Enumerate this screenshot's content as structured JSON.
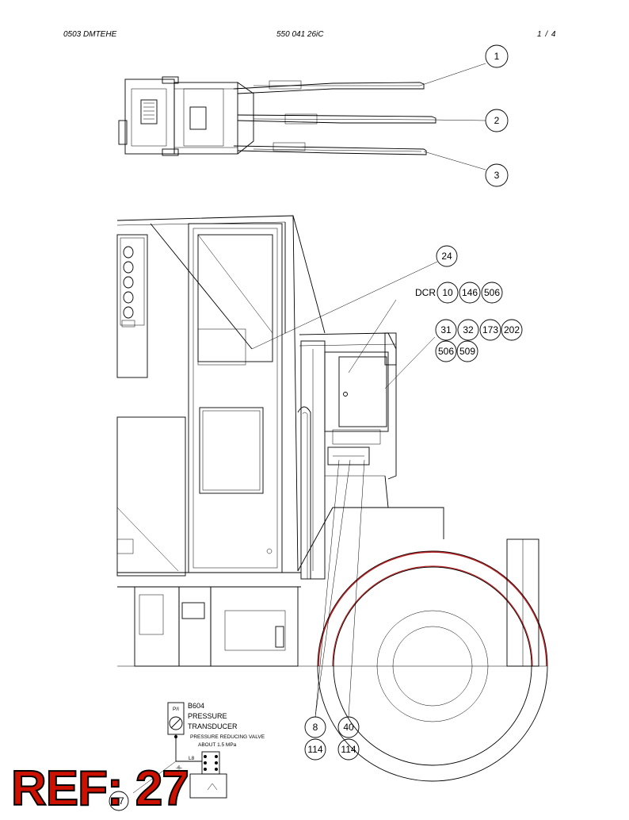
{
  "header": {
    "left": "0503 DMTEHE",
    "center": "550 041 26iC",
    "right": "1 /  4"
  },
  "callouts_top": [
    "1",
    "2",
    "3"
  ],
  "callouts_main": {
    "c24": "24",
    "dcr_label": "DCR",
    "row1": [
      "10",
      "146",
      "506"
    ],
    "row2": [
      "31",
      "32",
      "173",
      "202"
    ],
    "row3": [
      "506",
      "509"
    ],
    "bottom": [
      [
        "8",
        "114"
      ],
      [
        "40",
        "114"
      ]
    ]
  },
  "schematic": {
    "tag": "B604",
    "line1": "PRESSURE",
    "line2": "TRANSDUCER",
    "note1": "PRESSURE REDUCING VALVE",
    "note2": "ABOUT 1.5 MPa",
    "gauge": "P/I",
    "wire_label": "L8",
    "wire_num": "-6-",
    "callout": "77"
  },
  "stamp": "REF: 27"
}
